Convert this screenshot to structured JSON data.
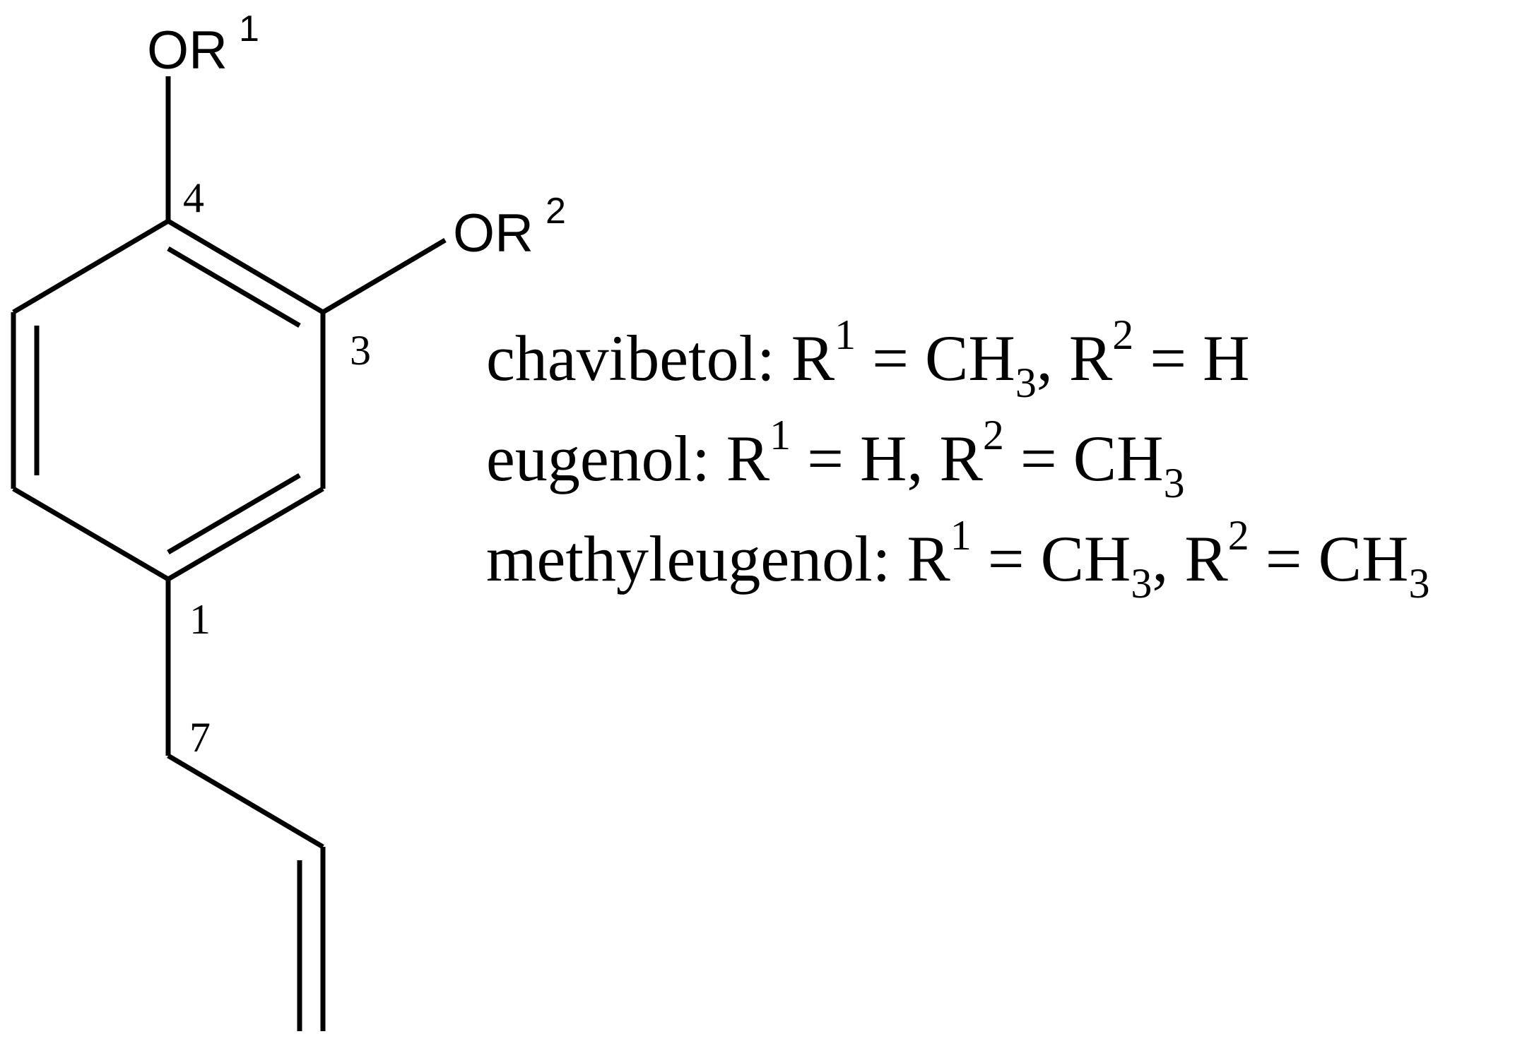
{
  "structure": {
    "substituent_top": {
      "atom": "OR",
      "index": "1"
    },
    "substituent_right": {
      "atom": "OR",
      "index": "2"
    },
    "locants": {
      "c4": "4",
      "c3": "3",
      "c1": "1",
      "c7": "7"
    }
  },
  "legend": [
    {
      "compound": "chavibetol:",
      "r1_symbol": "R",
      "r1_index": "1",
      "r1_equals": "= CH",
      "r1_sub": "3",
      "separator": ",",
      "r2_symbol": "R",
      "r2_index": "2",
      "r2_equals": "= H",
      "r2_sub": ""
    },
    {
      "compound": "eugenol:",
      "r1_symbol": "R",
      "r1_index": "1",
      "r1_equals": "= H",
      "r1_sub": "",
      "separator": ",",
      "r2_symbol": "R",
      "r2_index": "2",
      "r2_equals": "= CH",
      "r2_sub": "3"
    },
    {
      "compound": "methyleugenol:",
      "r1_symbol": "R",
      "r1_index": "1",
      "r1_equals": "= CH",
      "r1_sub": "3",
      "separator": ",",
      "r2_symbol": "R",
      "r2_index": "2",
      "r2_equals": "= CH",
      "r2_sub": "3"
    }
  ]
}
